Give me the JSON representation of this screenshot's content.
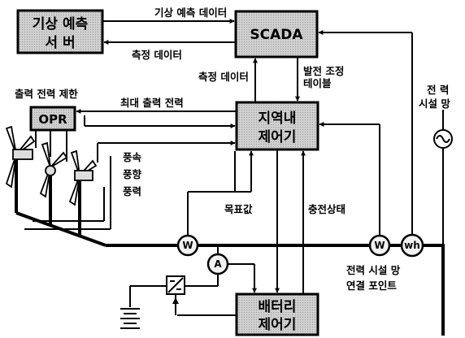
{
  "boxes": {
    "weather_server_line1": "기상 예측",
    "weather_server_line2": "서 버",
    "scada": "SCADA",
    "opr": "OPR",
    "local_controller_line1": "지역내",
    "local_controller_line2": "제어기",
    "battery_controller_line1": "배터리",
    "battery_controller_line2": "제어기"
  },
  "labels": {
    "weather_forecast_data": "기상 예측 데이터",
    "measured_data_top": "측정 데이터",
    "measured_data_mid": "측정 데이터",
    "gen_adjust_line1": "발전 조정",
    "gen_adjust_line2": "테이블",
    "output_power_limit": "출력 전력 제한",
    "max_output_power": "최대 출력 전력",
    "wind_speed": "풍속",
    "wind_direction": "풍향",
    "wind_power": "풍력",
    "target_value": "목표값",
    "charge_state": "충전상태",
    "grid_line1": "전   력",
    "grid_line2": "시설 망",
    "grid_conn_line1": "전력 시설 망",
    "grid_conn_line2": "연결 포인트"
  },
  "meters": {
    "w1": "W",
    "w2": "W",
    "wh": "wh",
    "a": "A"
  }
}
